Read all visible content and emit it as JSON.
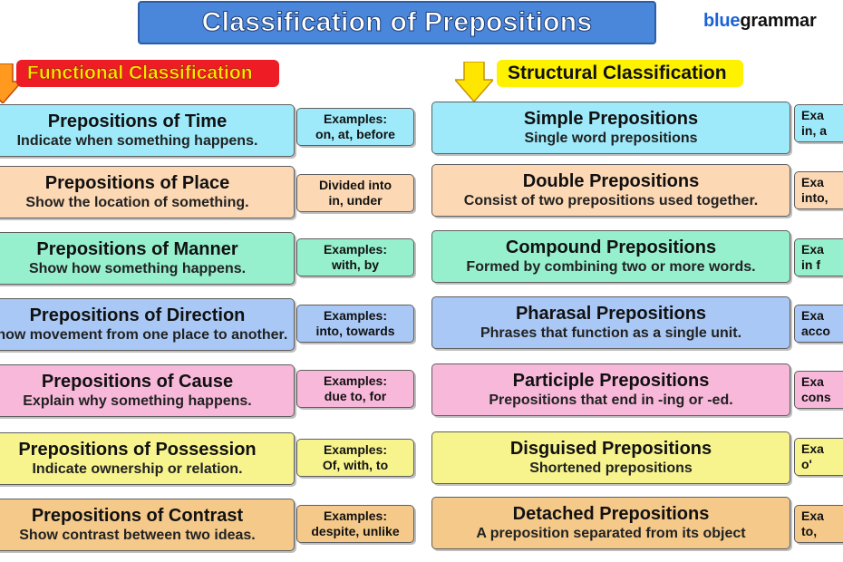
{
  "title": "Classification of Prepositions",
  "brand": {
    "part1": "blue",
    "part2": "grammar"
  },
  "colors": {
    "cyan": "#9eeafa",
    "peach": "#fcd8b4",
    "mint": "#96f0ce",
    "blue": "#a9c8f5",
    "pink": "#f8b8da",
    "yellow": "#f7f48e",
    "orange": "#f4c98a"
  },
  "functional": {
    "heading": "Functional Classification",
    "items": [
      {
        "title": "Prepositions of Time",
        "desc": "Indicate when something happens.",
        "ex_label": "Examples:",
        "ex_text": "on, at, before",
        "color": "cyan"
      },
      {
        "title": "Prepositions of Place",
        "desc": "Show the location of something.",
        "ex_label": "Divided into",
        "ex_text": "in, under",
        "color": "peach"
      },
      {
        "title": "Prepositions of Manner",
        "desc": "Show how something happens.",
        "ex_label": "Examples:",
        "ex_text": "with, by",
        "color": "mint"
      },
      {
        "title": "Prepositions of Direction",
        "desc": "Show movement from one place to another.",
        "ex_label": "Examples:",
        "ex_text": "into, towards",
        "color": "blue"
      },
      {
        "title": "Prepositions of Cause",
        "desc": "Explain why something happens.",
        "ex_label": "Examples:",
        "ex_text": "due to, for",
        "color": "pink"
      },
      {
        "title": "Prepositions of Possession",
        "desc": "Indicate ownership or relation.",
        "ex_label": "Examples:",
        "ex_text": "Of, with, to",
        "color": "yellow"
      },
      {
        "title": "Prepositions of Contrast",
        "desc": "Show contrast between two ideas.",
        "ex_label": "Examples:",
        "ex_text": "despite, unlike",
        "color": "orange"
      }
    ]
  },
  "structural": {
    "heading": "Structural Classification",
    "items": [
      {
        "title": "Simple Prepositions",
        "desc": "Single word prepositions",
        "ex_label": "Exa",
        "ex_text": "in, a",
        "color": "cyan"
      },
      {
        "title": "Double Prepositions",
        "desc": "Consist of two prepositions used together.",
        "ex_label": "Exa",
        "ex_text": "into,",
        "color": "peach"
      },
      {
        "title": "Compound Prepositions",
        "desc": "Formed by combining two or more words.",
        "ex_label": "Exa",
        "ex_text": "in f",
        "color": "mint"
      },
      {
        "title": "Pharasal Prepositions",
        "desc": "Phrases that function as a single unit.",
        "ex_label": "Exa",
        "ex_text": "acco",
        "color": "blue"
      },
      {
        "title": "Participle Prepositions",
        "desc": "Prepositions that end in -ing or -ed.",
        "ex_label": "Exa",
        "ex_text": "cons",
        "color": "pink"
      },
      {
        "title": "Disguised Prepositions",
        "desc": "Shortened prepositions",
        "ex_label": "Exa",
        "ex_text": "o'",
        "color": "yellow"
      },
      {
        "title": "Detached Prepositions",
        "desc": "A preposition separated from its object",
        "ex_label": "Exa",
        "ex_text": "to,",
        "color": "orange"
      }
    ]
  }
}
